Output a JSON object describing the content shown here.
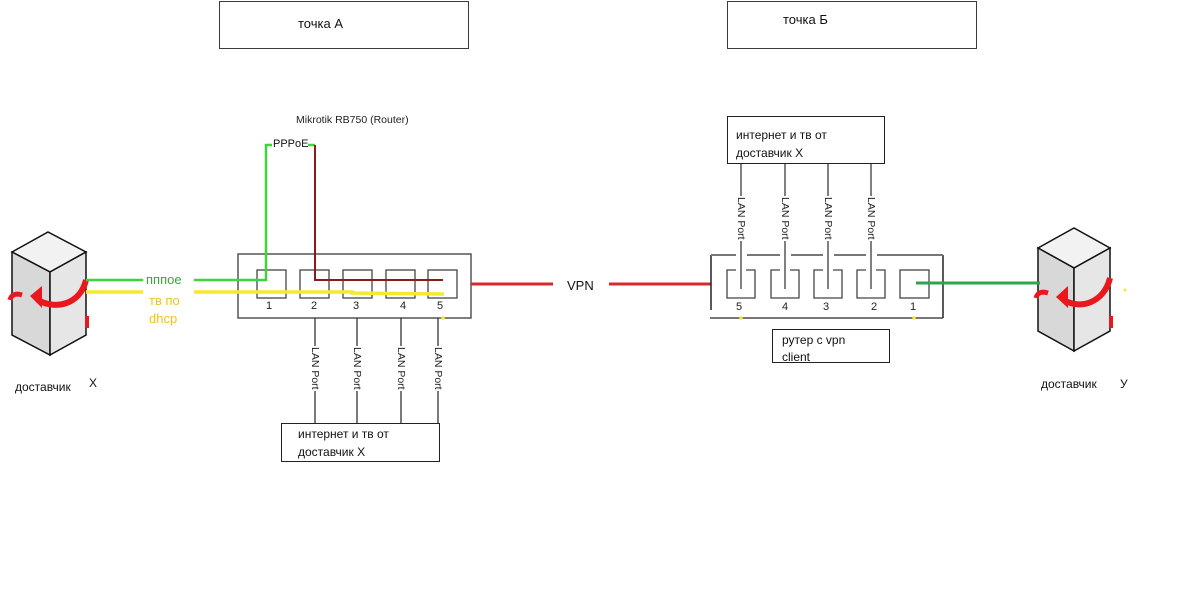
{
  "point_a": {
    "label": "точка А"
  },
  "point_b": {
    "label": "точка Б"
  },
  "router_a": {
    "title": "Mikrotik RB750 (Router)",
    "pppoe_label": "PPPoE",
    "ports": [
      "1",
      "2",
      "3",
      "4",
      "5"
    ],
    "lan_port_label": "LAN Port",
    "lan_box_text_line1": "интернет и тв  от",
    "lan_box_text_line2": "доставчик X"
  },
  "router_b": {
    "ports": [
      "5",
      "4",
      "3",
      "2",
      "1"
    ],
    "lan_port_label": "LAN Port",
    "lan_box_text_line1": "интернет и тв  от",
    "lan_box_text_line2": "доставчик X",
    "caption_line1": "рутер с vpn",
    "caption_line2": "client"
  },
  "provider_x": {
    "name": "доставчик",
    "suffix": "X"
  },
  "provider_y": {
    "name": "доставчик",
    "suffix": "У"
  },
  "links": {
    "pppoe_label": "пппое",
    "tv_label_line1": "тв по",
    "tv_label_line2": "dhcp",
    "vpn_label": "VPN"
  },
  "colors": {
    "pppoe_green": "#3fd43f",
    "tv_yellow": "#f5e92e",
    "vpn_red": "#d9272e",
    "wan_darkred": "#8b1a1a",
    "provider_y_green": "#2ea44f",
    "tv_label_color": "#f0c419",
    "pppoe_label_color": "#3aa63a"
  }
}
